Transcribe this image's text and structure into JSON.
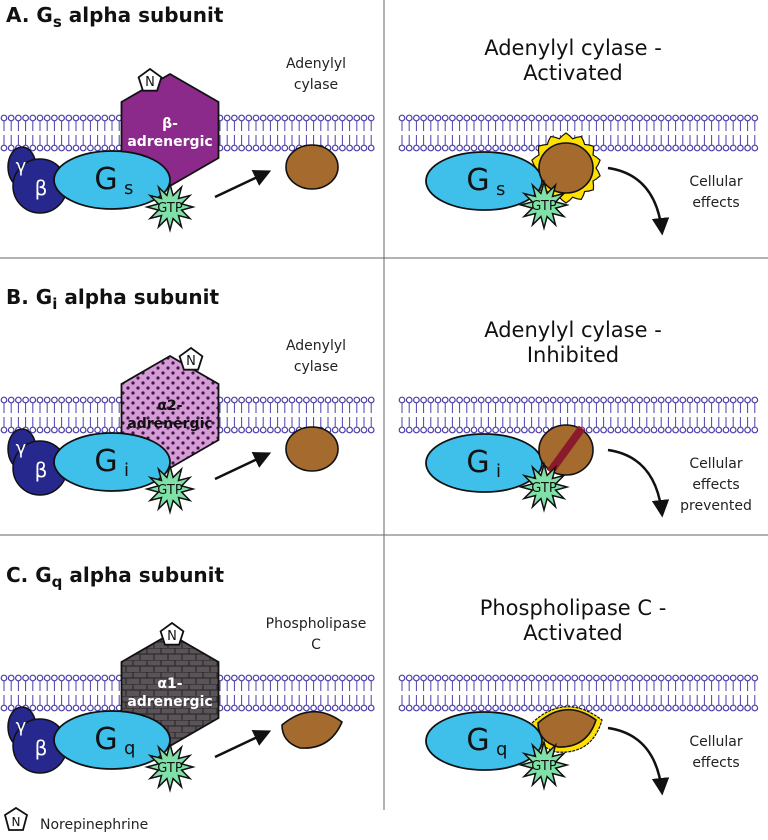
{
  "panels": [
    {
      "title_prefix": "A. G",
      "title_sub": "s",
      "title_suffix": " alpha subunit",
      "receptor": [
        "β-",
        "adrenergic"
      ],
      "g_main": "G",
      "g_sub": "s",
      "gamma": "γ",
      "beta": "β",
      "gtp": "GTP",
      "n": "N",
      "effector_label": [
        "Adenylyl",
        "cylase"
      ],
      "state_label": [
        "Adenylyl cylase -",
        "Activated"
      ],
      "effect_label": [
        "Cellular",
        "effects"
      ]
    },
    {
      "title_prefix": "B. G",
      "title_sub": "i",
      "title_suffix": " alpha subunit",
      "receptor": [
        "α2-",
        "adrenergic"
      ],
      "g_main": "G",
      "g_sub": "i",
      "gamma": "γ",
      "beta": "β",
      "gtp": "GTP",
      "n": "N",
      "effector_label": [
        "Adenylyl",
        "cylase"
      ],
      "state_label": [
        "Adenylyl cylase -",
        "Inhibited"
      ],
      "effect_label": [
        "Cellular",
        "effects",
        "prevented"
      ]
    },
    {
      "title_prefix": "C. G",
      "title_sub": "q",
      "title_suffix": " alpha subunit",
      "receptor": [
        "α1-",
        "adrenergic"
      ],
      "g_main": "G",
      "g_sub": "q",
      "gamma": "γ",
      "beta": "β",
      "gtp": "GTP",
      "n": "N",
      "effector_label": [
        "Phospholipase",
        "C"
      ],
      "state_label": [
        "Phospholipase C -",
        "Activated"
      ],
      "effect_label": [
        "Cellular",
        "effects"
      ]
    }
  ],
  "legend": {
    "n": "N",
    "label": "Norepinephrine"
  },
  "colors": {
    "membrane": "#4a3fa8",
    "g_alpha": "#3fc0ea",
    "beta_gamma": "#26288e",
    "gtp": "#7fe0a8",
    "effector": "#a56a2d",
    "activated_glow": "#ffe000",
    "inhibitor_bar": "#8a1b2c",
    "receptor_beta": "#8b2a8b",
    "receptor_alpha2": "#d79ad9",
    "receptor_alpha1": "#5a5358"
  }
}
